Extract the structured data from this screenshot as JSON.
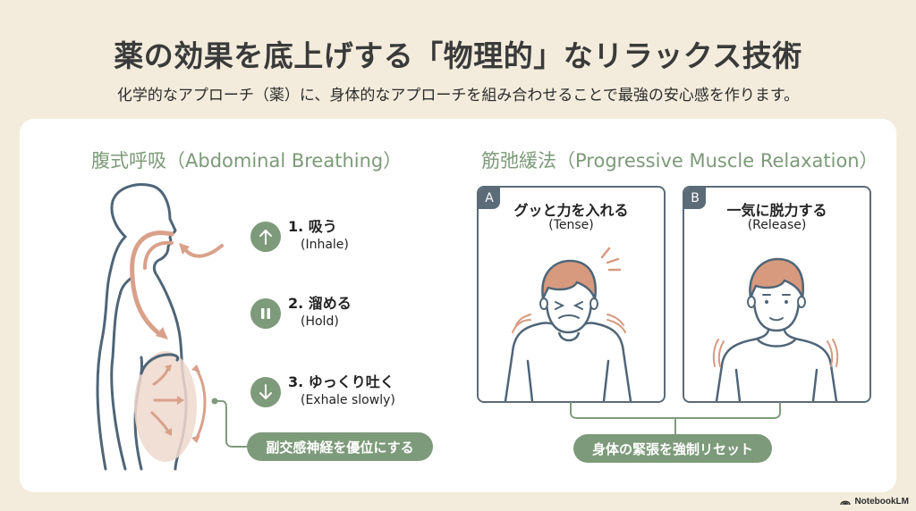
{
  "header": {
    "title": "薬の効果を底上げする「物理的」なリラックス技術",
    "subtitle": "化学的なアプローチ（薬）に、身体的なアプローチを組み合わせることで最強の安心感を作ります。"
  },
  "left_section": {
    "title": "腹式呼吸（Abdominal Breathing）",
    "steps": [
      {
        "icon": "arrow-up-icon",
        "label": "1. 吸う",
        "sub": "(Inhale)"
      },
      {
        "icon": "pause-icon",
        "label": "2. 溜める",
        "sub": "(Hold)"
      },
      {
        "icon": "arrow-down-icon",
        "label": "3. ゆっくり吐く",
        "sub": "(Exhale slowly)"
      }
    ],
    "result_pill": "副交感神経を優位にする"
  },
  "right_section": {
    "title": "筋弛緩法（Progressive Muscle Relaxation）",
    "panels": [
      {
        "badge": "A",
        "label": "グッと力を入れる",
        "sub": "(Tense)"
      },
      {
        "badge": "B",
        "label": "一気に脱力する",
        "sub": "(Release)"
      }
    ],
    "result_pill": "身体の緊張を強制リセット"
  },
  "colors": {
    "background": "#f3ecdc",
    "accent_green": "#7d9b7a",
    "outline_slate": "#4f6577",
    "arrow_terracotta": "#d9a08a",
    "hair": "#d79a7f"
  },
  "footer": {
    "brand": "NotebookLM"
  }
}
